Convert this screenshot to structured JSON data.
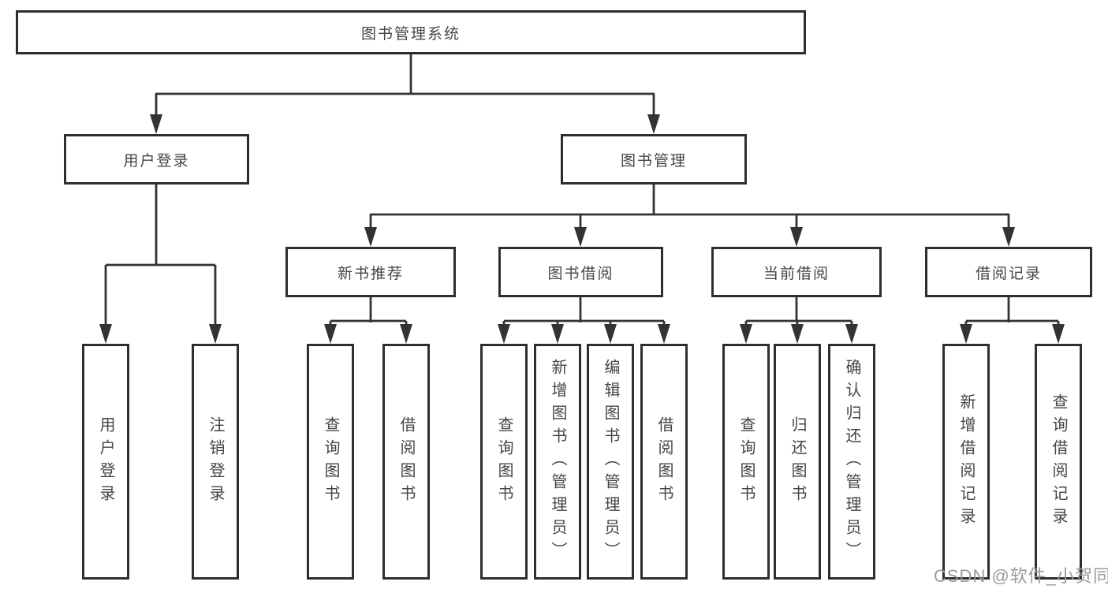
{
  "diagram": {
    "root": {
      "label": "图书管理系统"
    },
    "level2": [
      {
        "id": "user-login",
        "label": "用户登录"
      },
      {
        "id": "book-management",
        "label": "图书管理"
      }
    ],
    "level3": [
      {
        "id": "new-book-recommendation",
        "label": "新书推荐",
        "parent": "图书管理"
      },
      {
        "id": "book-borrowing",
        "label": "图书借阅",
        "parent": "图书管理"
      },
      {
        "id": "current-borrowing",
        "label": "当前借阅",
        "parent": "图书管理"
      },
      {
        "id": "borrowing-records",
        "label": "借阅记录",
        "parent": "图书管理"
      }
    ],
    "leaves": [
      {
        "label": "用户登录",
        "parent": "用户登录"
      },
      {
        "label": "注销登录",
        "parent": "用户登录"
      },
      {
        "label": "查询图书",
        "parent": "新书推荐"
      },
      {
        "label": "借阅图书",
        "parent": "新书推荐"
      },
      {
        "label": "查询图书",
        "parent": "图书借阅"
      },
      {
        "label": "新增图书（管理员）",
        "parent": "图书借阅"
      },
      {
        "label": "编辑图书（管理员）",
        "parent": "图书借阅"
      },
      {
        "label": "借阅图书",
        "parent": "图书借阅"
      },
      {
        "label": "查询图书",
        "parent": "当前借阅"
      },
      {
        "label": "归还图书",
        "parent": "当前借阅"
      },
      {
        "label": "确认归还（管理员）",
        "parent": "当前借阅"
      },
      {
        "label": "新增借阅记录",
        "parent": "借阅记录"
      },
      {
        "label": "查询借阅记录",
        "parent": "借阅记录"
      }
    ],
    "watermark": {
      "text": "CSDN @软件_小贺同学"
    },
    "colors": {
      "background": "#ffffff",
      "box_border": "#2e2e2e",
      "line": "#333333",
      "text": "#454545",
      "watermark": "#9b9b9b"
    }
  }
}
